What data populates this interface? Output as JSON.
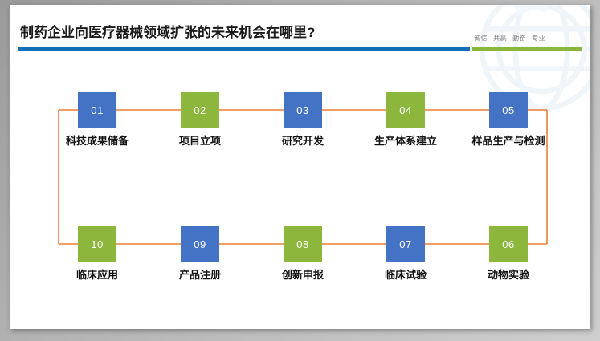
{
  "header": {
    "title": "制药企业向医疗器械领域扩张的未来机会在哪里?",
    "slogan_items": [
      "诚信",
      "共赢",
      "勤奋",
      "专业"
    ],
    "rule_blue_color": "#1270b8",
    "rule_green_color": "#8bb63c"
  },
  "colors": {
    "blue": "#4472c4",
    "green": "#8cb63c",
    "connector": "#ed7d31",
    "slide_background": "#ffffff",
    "text": "#111111"
  },
  "flow": {
    "connector_color": "#ed7d31",
    "top_row": [
      {
        "number": "01",
        "label": "科技成果储备",
        "color": "blue"
      },
      {
        "number": "02",
        "label": "项目立项",
        "color": "green"
      },
      {
        "number": "03",
        "label": "研究开发",
        "color": "blue"
      },
      {
        "number": "04",
        "label": "生产体系建立",
        "color": "green"
      },
      {
        "number": "05",
        "label": "样品生产与检测",
        "color": "blue"
      }
    ],
    "bottom_row": [
      {
        "number": "10",
        "label": "临床应用",
        "color": "green"
      },
      {
        "number": "09",
        "label": "产品注册",
        "color": "blue"
      },
      {
        "number": "08",
        "label": "创新申报",
        "color": "green"
      },
      {
        "number": "07",
        "label": "临床试验",
        "color": "blue"
      },
      {
        "number": "06",
        "label": "动物实验",
        "color": "green"
      }
    ]
  }
}
